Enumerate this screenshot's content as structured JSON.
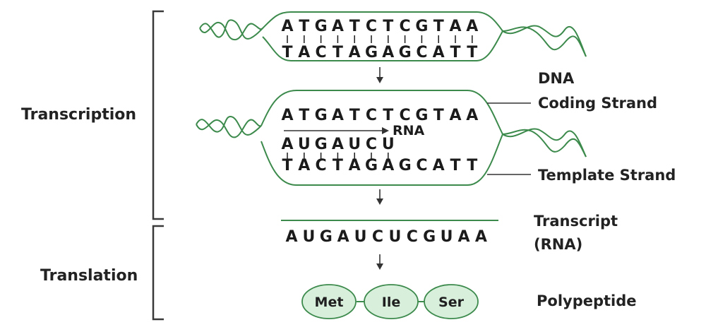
{
  "colors": {
    "strand": "#3c8a4c",
    "bracket": "#3a3a3a",
    "text": "#1b1b1b",
    "bead_fill": "#d8efdc",
    "bead_stroke": "#3c8a4c"
  },
  "stage_labels": {
    "transcription": "Transcription",
    "translation": "Translation"
  },
  "dna": {
    "top_strand": "ATGATCTCGTAA",
    "bottom_strand": "TACTAGAGCATT",
    "label": "DNA"
  },
  "transcription_bubble": {
    "coding_strand": "ATGATCTCGTAA",
    "growing_rna": "AUGAUCU",
    "template_strand": "TACTAGAGCATT",
    "rna_arrow_label": "RNA",
    "coding_label": "Coding Strand",
    "template_label": "Template Strand"
  },
  "transcript": {
    "sequence": "AUGAUCUCGUAA",
    "label_line1": "Transcript",
    "label_line2": "(RNA)"
  },
  "polypeptide": {
    "amino_acids": [
      "Met",
      "Ile",
      "Ser"
    ],
    "label": "Polypeptide"
  }
}
